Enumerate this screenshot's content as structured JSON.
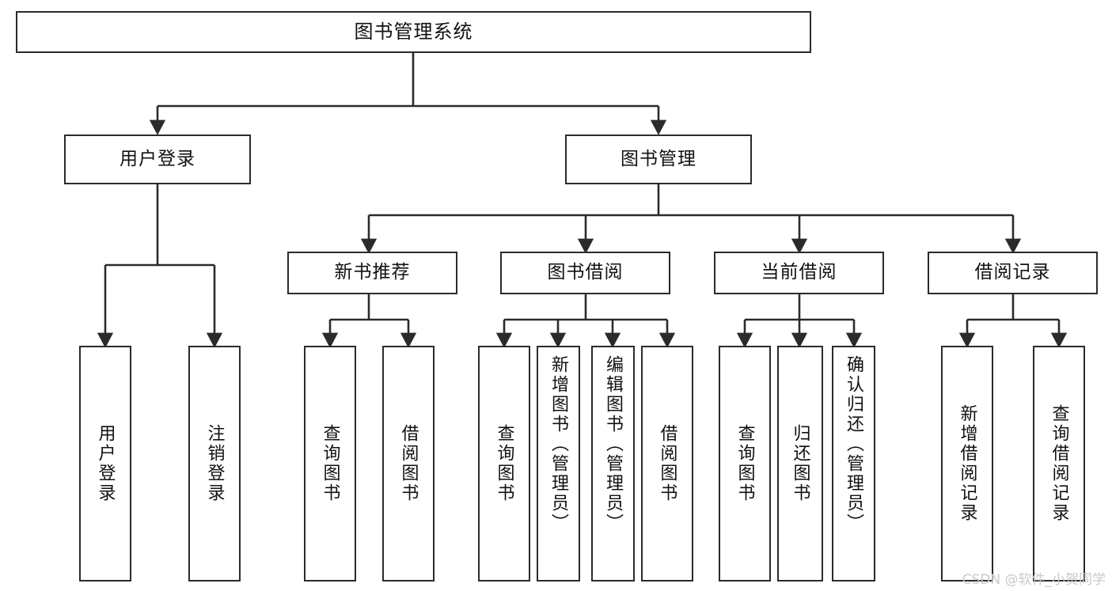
{
  "diagram": {
    "type": "tree-hierarchy",
    "title": "图书管理系统",
    "orientation": "top-down",
    "line_color": "#2b2b2b",
    "box_fill": "#ffffff",
    "text_color": "#111111",
    "watermark": "CSDN @软件_小贺同学",
    "nodes": {
      "root": {
        "label": "图书管理系统"
      },
      "level2": [
        {
          "label": "用户登录"
        },
        {
          "label": "图书管理"
        }
      ],
      "level3": [
        {
          "label": "新书推荐"
        },
        {
          "label": "图书借阅"
        },
        {
          "label": "当前借阅"
        },
        {
          "label": "借阅记录"
        }
      ],
      "leaves_user_login": [
        {
          "label": "用户登录"
        },
        {
          "label": "注销登录"
        }
      ],
      "leaves_new_book": [
        {
          "label": "查询图书"
        },
        {
          "label": "借阅图书"
        }
      ],
      "leaves_borrow": [
        {
          "label": "查询图书"
        },
        {
          "label": "新增图书（管理员）"
        },
        {
          "label": "编辑图书（管理员）"
        },
        {
          "label": "借阅图书"
        }
      ],
      "leaves_current": [
        {
          "label": "查询图书"
        },
        {
          "label": "归还图书"
        },
        {
          "label": "确认归还（管理员）"
        }
      ],
      "leaves_records": [
        {
          "label": "新增借阅记录"
        },
        {
          "label": "查询借阅记录"
        }
      ]
    }
  }
}
